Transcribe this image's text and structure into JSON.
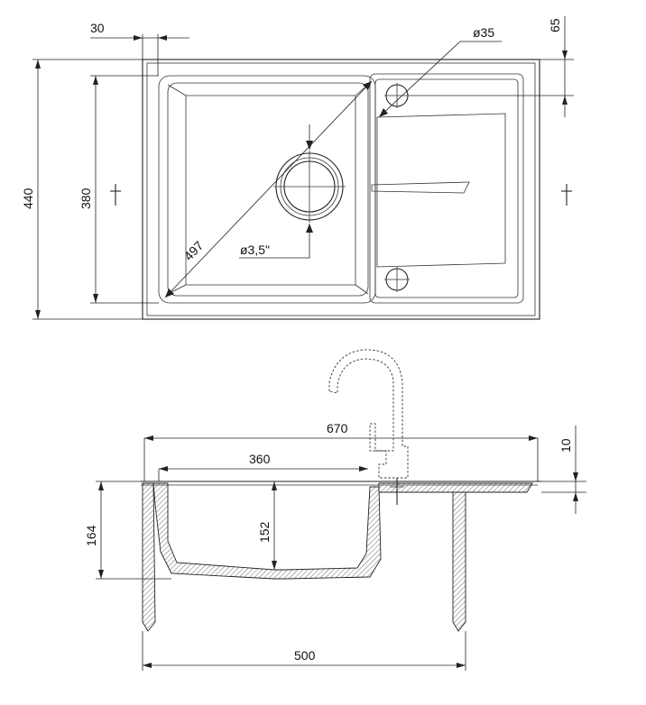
{
  "top_view": {
    "dims": {
      "overhang": "30",
      "drain_diameter": "ø35",
      "edge_offset": "65",
      "overall_depth": "440",
      "bowl_depth": "380",
      "diagonal": "497",
      "drain_size": "ø3,5\""
    }
  },
  "side_view": {
    "dims": {
      "overall_width": "670",
      "bowl_width": "360",
      "thickness": "10",
      "total_height": "164",
      "bowl_height": "152",
      "cabinet_width": "500"
    }
  }
}
